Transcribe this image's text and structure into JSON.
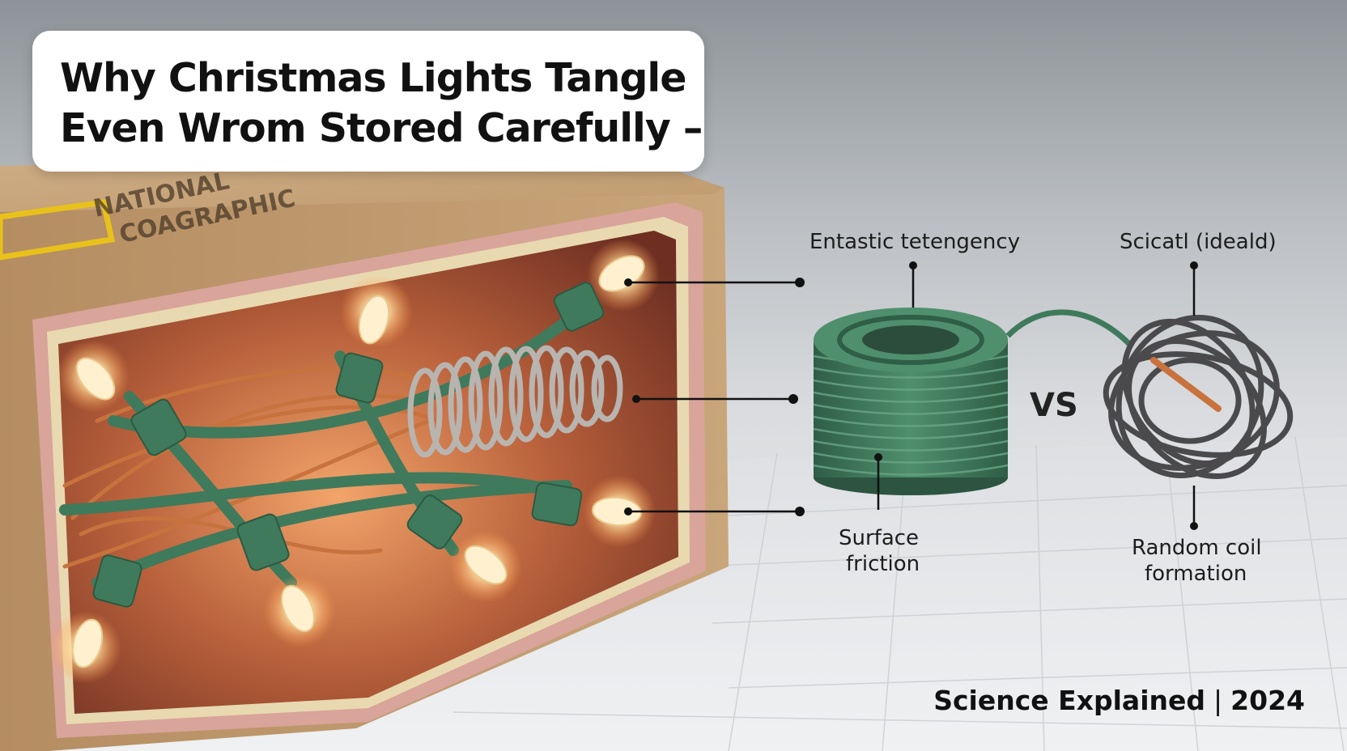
{
  "title": {
    "line1": "Why Christmas Lights Tangle",
    "line2": "Even Wrom Stored Carefully –"
  },
  "box": {
    "brand_text_line1": "NATIONAL",
    "brand_text_line2": "COAGRAPHIC",
    "logo_color": "#e8c21a"
  },
  "callouts": {
    "left_coil_top": "Entastic tetengency",
    "left_coil_bottom_line1": "Surface",
    "left_coil_bottom_line2": "friction",
    "right_coil_top": "Scicatl (ideald)",
    "right_coil_bottom_line1": "Random coil",
    "right_coil_bottom_line2": "formation"
  },
  "vs_label": "VS",
  "footer": {
    "brand": "Science Explained",
    "separator": "|",
    "year": "2024"
  },
  "colors": {
    "wire_green": "#3f7a5c",
    "copper": "#c8723e",
    "spring_steel": "#b8b4b0",
    "cardboard": "#c9a57c",
    "tangle_gray": "#4a4a4c"
  }
}
